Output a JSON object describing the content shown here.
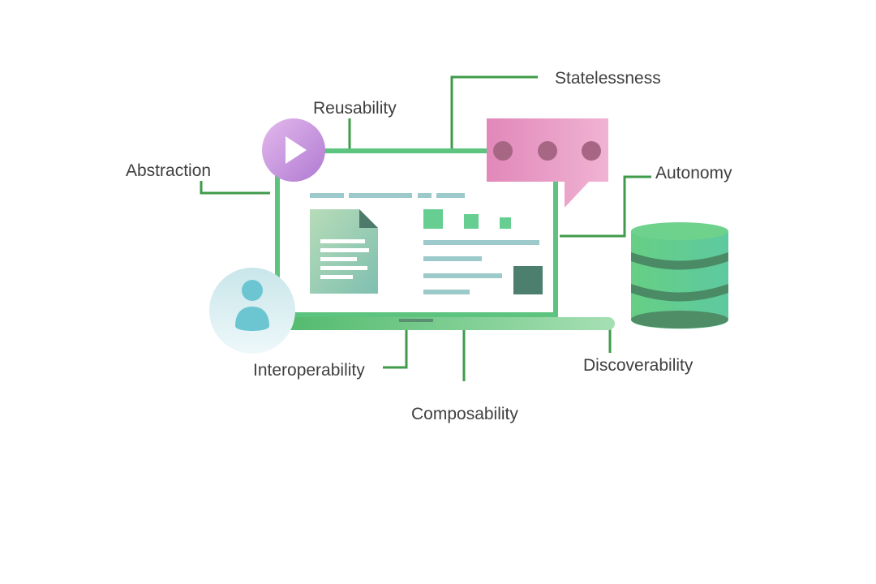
{
  "diagram": {
    "labels": {
      "abstraction": "Abstraction",
      "reusability": "Reusability",
      "statelessness": "Statelessness",
      "autonomy": "Autonomy",
      "discoverability": "Discoverability",
      "composability": "Composability",
      "interoperability": "Interoperability"
    },
    "icons": {
      "play": "play-icon",
      "chat": "chat-bubble-icon",
      "database": "database-icon",
      "user": "user-icon",
      "document": "document-icon",
      "laptop": "laptop-icon"
    },
    "colors": {
      "connector": "#3f9b4a",
      "laptop_frame": "#5cc47f",
      "screen": "#ffffff",
      "chat_bubble": "#e79bc4",
      "play_circle": "#c58ddb",
      "user_circle": "#cfe6ea",
      "user_figure": "#6cc6d2",
      "database": "#6fd28c",
      "text": "#3f3f3f"
    }
  }
}
